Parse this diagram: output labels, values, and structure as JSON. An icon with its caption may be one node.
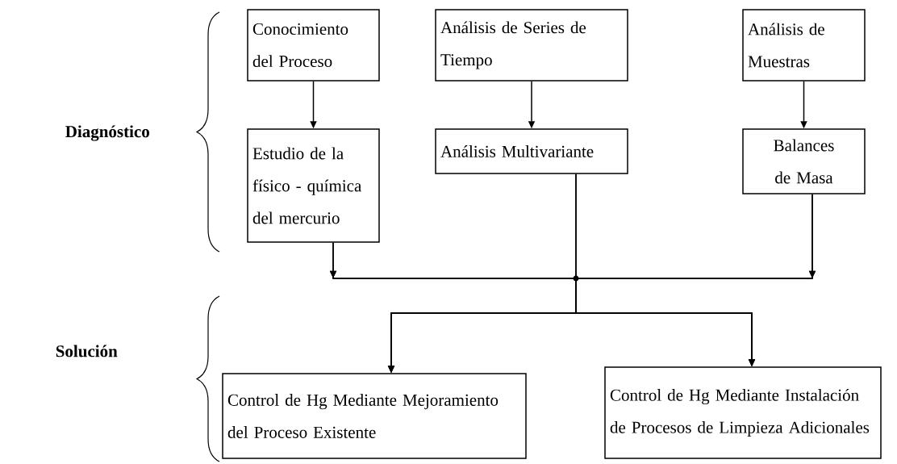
{
  "diagram": {
    "nodes": [
      {
        "text": [
          "Conocimiento del Proceso"
        ]
      },
      {
        "text": [
          "Análisis de Series de Tiempo"
        ]
      },
      {
        "text": [
          "Análisis de Muestras"
        ]
      },
      {
        "text": [
          "Estudio de la físico - química del mercurio"
        ]
      },
      {
        "text": [
          "Análisis Multivariante"
        ]
      },
      {
        "text": [
          "Balances de Masa"
        ]
      },
      {
        "text": [
          "Control de Hg Mediante Mejoramiento del Proceso Existente"
        ]
      },
      {
        "text": [
          "Control de Hg Mediante Instalación de Procesos de Limpieza Adicionales"
        ]
      }
    ],
    "edges": [
      {
        "from": 0,
        "to": 3,
        "arrow": "to"
      },
      {
        "from": 1,
        "to": 4,
        "arrow": "to"
      },
      {
        "from": 2,
        "to": 5,
        "arrow": "to"
      },
      {
        "from": 3,
        "to": 6,
        "arrow": "to"
      },
      {
        "from": 3,
        "to": 7,
        "arrow": "to"
      },
      {
        "from": 4,
        "to": 6,
        "arrow": "to"
      },
      {
        "from": 4,
        "to": 7,
        "arrow": "to"
      },
      {
        "from": 5,
        "to": 6,
        "arrow": "to"
      },
      {
        "from": 5,
        "to": 7,
        "arrow": "to"
      }
    ],
    "labels": [
      "Diagnóstico",
      "Solución"
    ]
  }
}
